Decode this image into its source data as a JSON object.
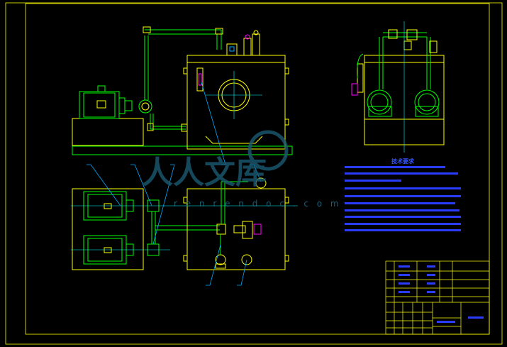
{
  "drawing": {
    "technical_requirements_title": "技术要求",
    "watermark_text": "人人文库",
    "watermark_url": "r e n r e n d o c . c o m",
    "colors": {
      "background": "#000000",
      "frame": "#ffff00",
      "outline": "#ffff00",
      "component": "#00ff00",
      "centerline": "#00ffff",
      "leader": "#00aaff",
      "text_block": "#2a3cff",
      "annotation": "#ff00ff",
      "watermark": "#1c5a72"
    }
  }
}
